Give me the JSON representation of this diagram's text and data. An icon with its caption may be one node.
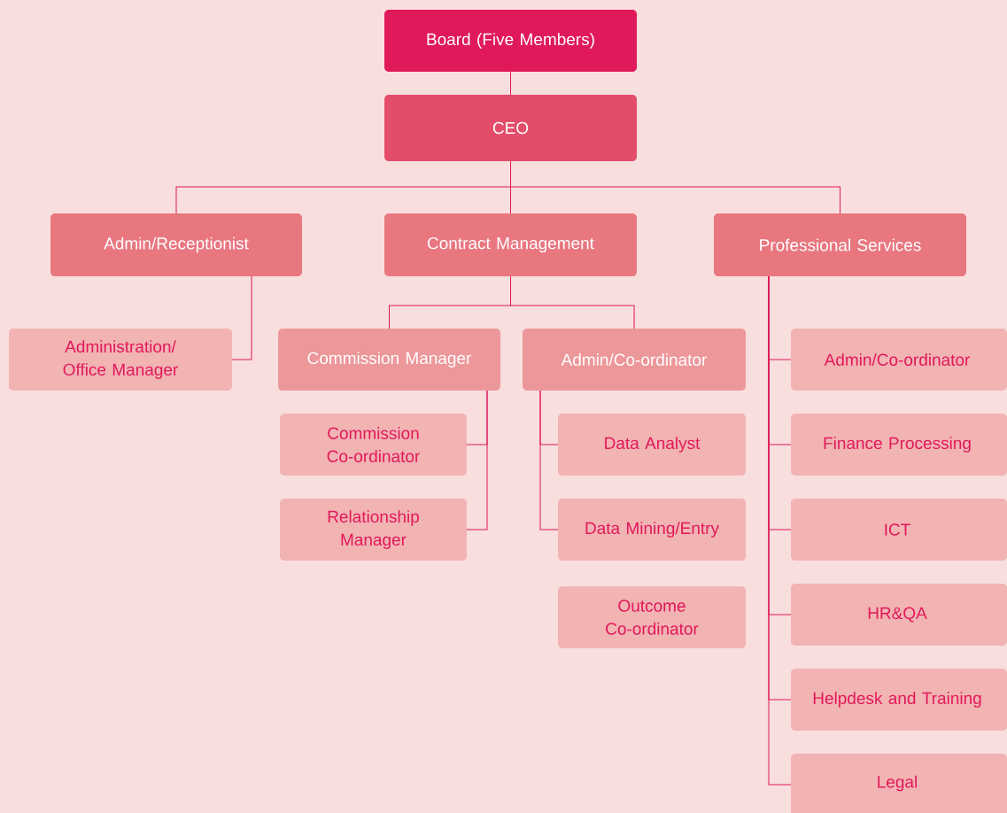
{
  "diagram": {
    "nodes": [
      {
        "text": [
          "Board (Five Members)"
        ]
      },
      {
        "text": [
          "CEO"
        ]
      },
      {
        "text": [
          "Admin/Receptionist"
        ]
      },
      {
        "text": [
          "Contract Management"
        ]
      },
      {
        "text": [
          "Professional Services"
        ]
      },
      {
        "text": [
          "Administration/ Office Manager"
        ]
      },
      {
        "text": [
          "Commission Manager"
        ]
      },
      {
        "text": [
          "Admin/Co-ordinator"
        ]
      },
      {
        "text": [
          "Commission Co-ordinator"
        ]
      },
      {
        "text": [
          "Relationship Manager"
        ]
      },
      {
        "text": [
          "Data Analyst"
        ]
      },
      {
        "text": [
          "Data Mining/Entry"
        ]
      },
      {
        "text": [
          "Outcome Co-ordinator"
        ]
      },
      {
        "text": [
          "Admin/Co-ordinator"
        ]
      },
      {
        "text": [
          "Finance Processing"
        ]
      },
      {
        "text": [
          "ICT"
        ]
      },
      {
        "text": [
          "HR&QA"
        ]
      },
      {
        "text": [
          "Helpdesk and Training"
        ]
      },
      {
        "text": [
          "Legal"
        ]
      }
    ],
    "edges": [
      {
        "from": 0,
        "to": 1,
        "arrow": "none"
      },
      {
        "from": 1,
        "to": 2,
        "arrow": "none"
      },
      {
        "from": 1,
        "to": 3,
        "arrow": "none"
      },
      {
        "from": 1,
        "to": 4,
        "arrow": "none"
      },
      {
        "from": 2,
        "to": 5,
        "arrow": "none"
      },
      {
        "from": 3,
        "to": 6,
        "arrow": "none"
      },
      {
        "from": 3,
        "to": 7,
        "arrow": "none"
      },
      {
        "from": 6,
        "to": 8,
        "arrow": "none"
      },
      {
        "from": 6,
        "to": 9,
        "arrow": "none"
      },
      {
        "from": 7,
        "to": 10,
        "arrow": "none"
      },
      {
        "from": 7,
        "to": 11,
        "arrow": "none"
      },
      {
        "from": 4,
        "to": 13,
        "arrow": "none"
      },
      {
        "from": 4,
        "to": 14,
        "arrow": "none"
      },
      {
        "from": 4,
        "to": 15,
        "arrow": "none"
      },
      {
        "from": 4,
        "to": 16,
        "arrow": "none"
      },
      {
        "from": 4,
        "to": 17,
        "arrow": "none"
      },
      {
        "from": 4,
        "to": 18,
        "arrow": "none"
      }
    ]
  }
}
